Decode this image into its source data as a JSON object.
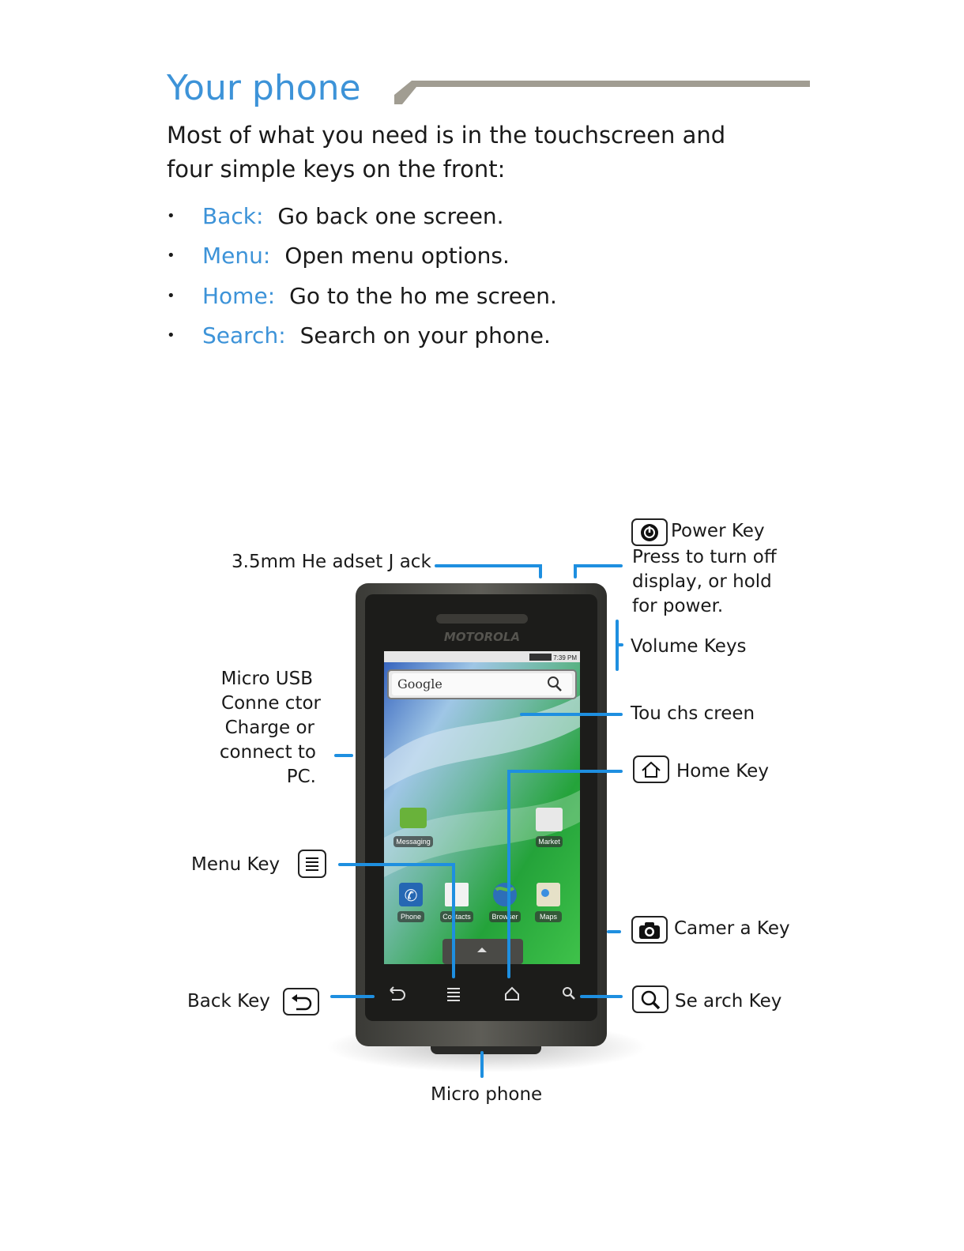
{
  "heading": {
    "title": "Your phone"
  },
  "intro": "Most of what you need is in the touchscreen and four simple keys on the front:",
  "bullets": [
    {
      "key": "Back:",
      "text": "Go back one screen."
    },
    {
      "key": "Menu:",
      "text": "Open  menu options."
    },
    {
      "key": "Home:",
      "text": "Go to the ho  me screen."
    },
    {
      "key": "Search:",
      "text": "Search on your phone."
    }
  ],
  "callouts": {
    "headset_jack": "3.5mm He  adset J  ack",
    "power_key": "Power Key",
    "power_desc": [
      "Press to turn off",
      "display, or hold",
      "for power."
    ],
    "volume_keys": "Volume Keys",
    "usb": [
      "Micro USB",
      "Conne  ctor",
      "Charge or",
      "connect to PC."
    ],
    "touchscreen": "Tou chs creen",
    "home_key": "Home Key",
    "menu_key": "Menu Key",
    "camera_key": "Camer a Key",
    "back_key": "Back Key",
    "search_key": "Se arch Key",
    "microphone": "Micro phone"
  },
  "phone": {
    "brand": "MOTOROLA",
    "status_time": "7:39 PM",
    "search_widget": "Google",
    "apps_top": [
      "Messaging",
      "Market"
    ],
    "apps_dock": [
      "Phone",
      "Contacts",
      "Browser",
      "Maps"
    ]
  },
  "colors": {
    "accent": "#3d93d8",
    "leader": "#1e8fe0",
    "bar": "#a19d92"
  }
}
